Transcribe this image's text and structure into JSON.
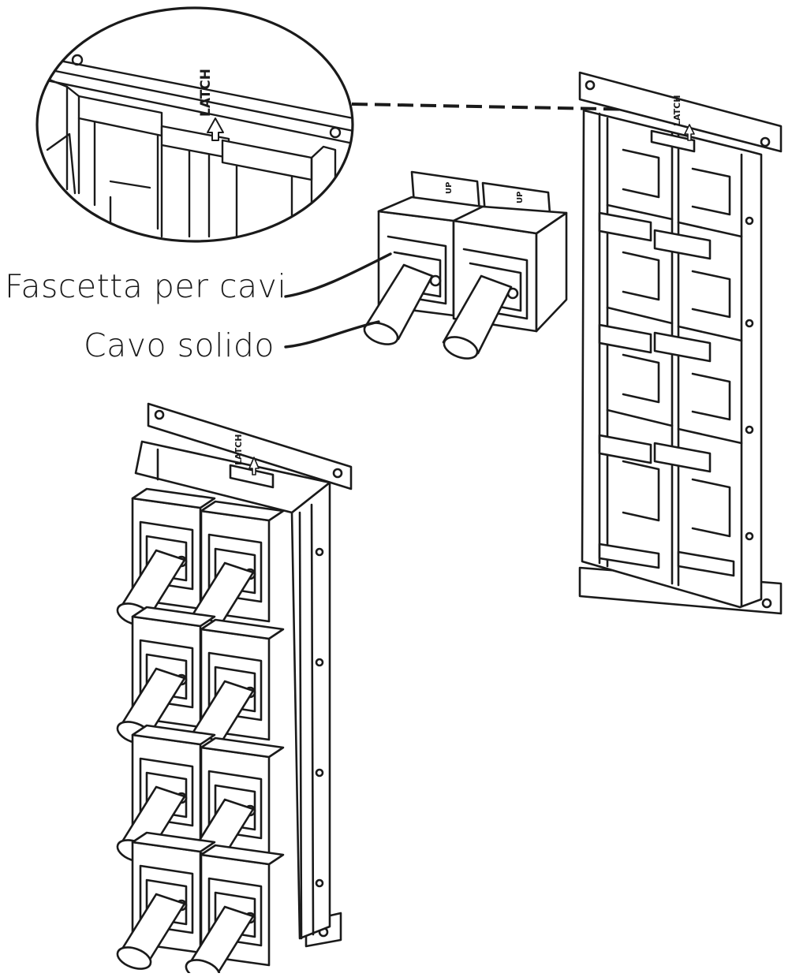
{
  "labels": {
    "fascetta": "Fascetta per cavi",
    "cavo": "Cavo solido"
  },
  "panel_marking": "LATCH",
  "module_marking": "UP",
  "colors": {
    "ink": "#1a1a1a",
    "background": "#ffffff",
    "fill": "#ffffff"
  }
}
